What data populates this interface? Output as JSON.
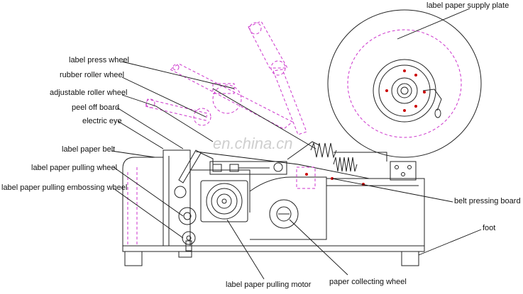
{
  "watermark": "en.china.cn",
  "labels": {
    "supply_plate": "label paper supply plate",
    "press_wheel": "label press wheel",
    "rubber_roller": "rubber roller wheel",
    "adjustable_roller": "adjustable roller wheel",
    "peel_off": "peel off board",
    "electric_eye": "electric eye",
    "paper_belt": "label paper belt",
    "pulling_wheel": "label paper pulling wheel",
    "embossing_wheel": "label paper pulling embossing wheel",
    "belt_pressing": "belt pressing board",
    "foot": "foot",
    "pulling_motor": "label paper pulling motor",
    "collecting_wheel": "paper collecting wheel"
  },
  "colors": {
    "line": "#222222",
    "accent": "#cc33cc",
    "marker": "#cc0000"
  }
}
